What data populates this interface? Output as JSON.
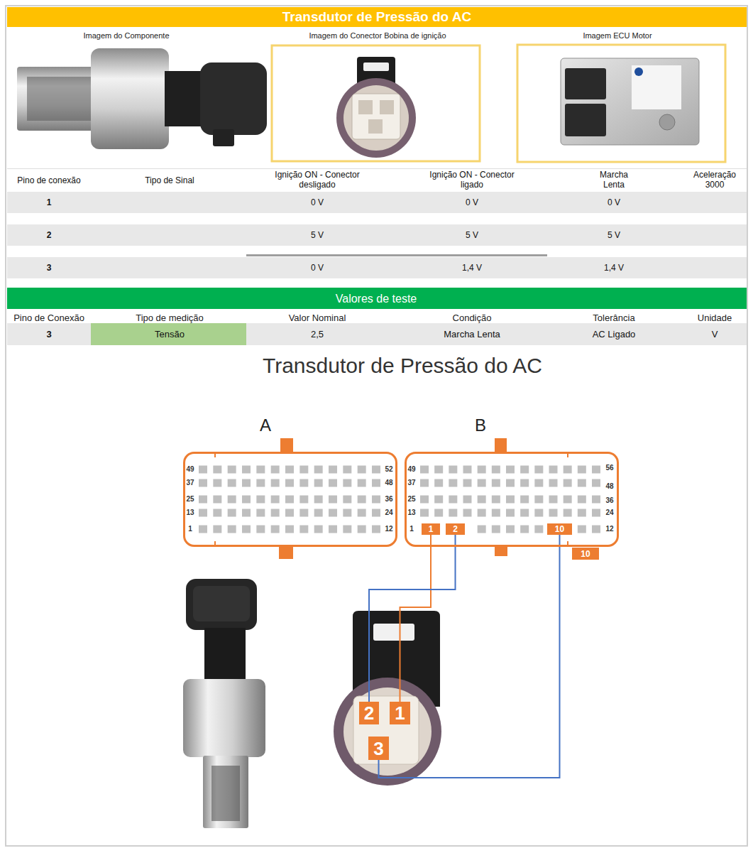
{
  "diagram": {
    "title": "Transdutor de Pressão do AC",
    "nodes": [
      {
        "text": [
          "A"
        ]
      },
      {
        "text": [
          "B"
        ]
      },
      {
        "text": [
          "1"
        ],
        "in": 1
      },
      {
        "text": [
          "2"
        ],
        "in": 1
      },
      {
        "text": [
          "10"
        ],
        "in": 1
      },
      {
        "text": [
          "10"
        ]
      },
      {
        "text": [
          "2"
        ]
      },
      {
        "text": [
          "1"
        ]
      },
      {
        "text": [
          "3"
        ]
      }
    ],
    "edges": [
      {
        "from": 2,
        "to": 7,
        "arrow": "none"
      },
      {
        "from": 3,
        "to": 6,
        "arrow": "none"
      },
      {
        "from": 4,
        "to": 8,
        "arrow": "none"
      }
    ],
    "labels": [
      "Imagem do Componente",
      "Imagem do Conector Bobina de ignição",
      "Imagem ECU Motor",
      "Pino de conexão",
      "Tipo de Sinal",
      "Ignição ON - Conector desligado",
      "Ignição ON - Conector ligado",
      "Marcha Lenta",
      "Aceleração 3000",
      "1",
      "0 V",
      "0 V",
      "0 V",
      "2",
      "5 V",
      "5 V",
      "5 V",
      "3",
      "0 V",
      "1,4 V",
      "1,4 V",
      "Valores de teste",
      "Pino de Conexão",
      "Tipo de medição",
      "Valor Nominal",
      "Condição",
      "Tolerância",
      "Unidade",
      "3",
      "Tensão",
      "2,5",
      "Marcha Lenta",
      "AC Ligado",
      "V",
      "Transdutor de Pressão do AC",
      "49",
      "52",
      "37",
      "48",
      "25",
      "36",
      "13",
      "24",
      "1",
      "12",
      "49",
      "56",
      "37",
      "48",
      "25",
      "36",
      "13",
      "24",
      "1",
      "12"
    ]
  }
}
